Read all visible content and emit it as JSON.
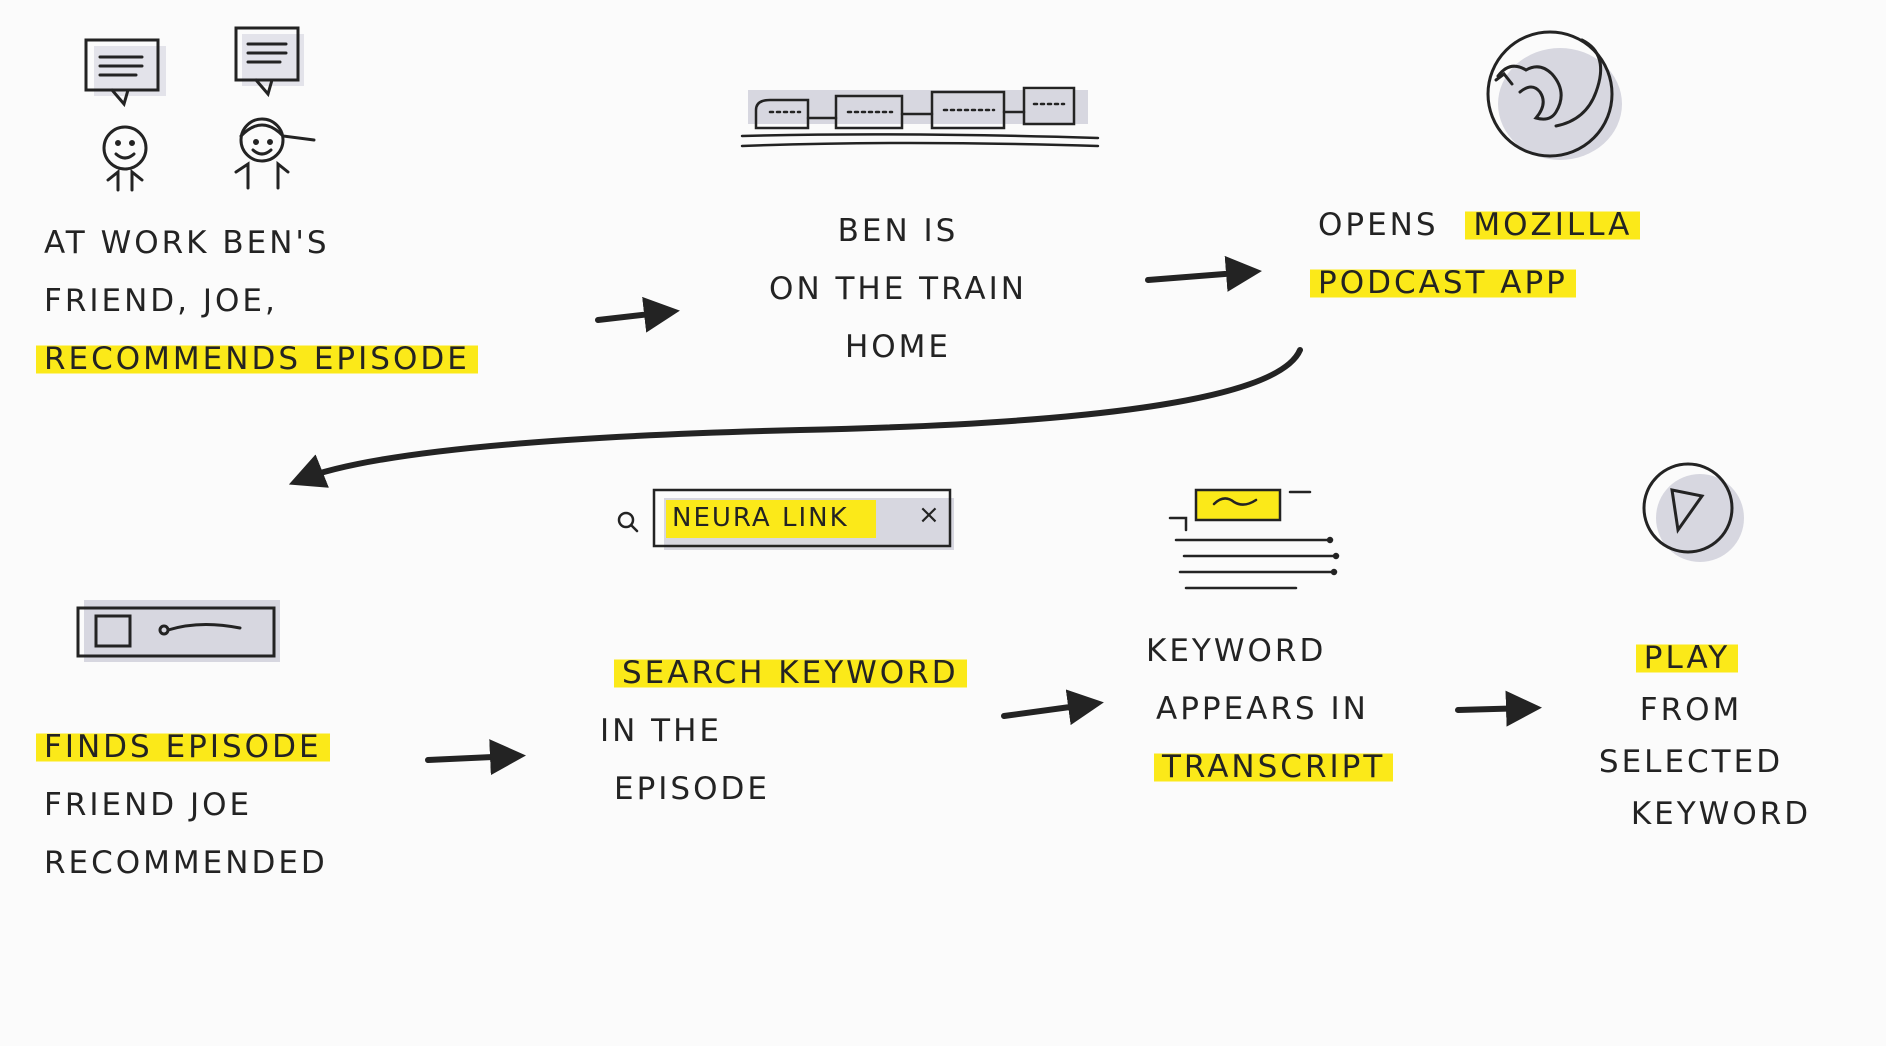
{
  "steps": [
    {
      "id": "recommendation",
      "lines": [
        {
          "text": "AT WORK BEN'S",
          "highlight": false
        },
        {
          "text": "FRIEND, JOE,",
          "highlight": false
        },
        {
          "text": "RECOMMENDS EPISODE",
          "highlight": true
        }
      ],
      "icon": "two-people-talking-icon"
    },
    {
      "id": "train",
      "lines": [
        {
          "text": "BEN IS",
          "highlight": false
        },
        {
          "text": "ON THE TRAIN",
          "highlight": false
        },
        {
          "text": "HOME",
          "highlight": false
        }
      ],
      "icon": "train-icon"
    },
    {
      "id": "open-app",
      "lines": [
        {
          "pre": "OPENS ",
          "text": "MOZILLA",
          "highlight": true
        },
        {
          "text": "PODCAST APP",
          "highlight": true
        }
      ],
      "icon": "firefox-logo-icon"
    },
    {
      "id": "find-episode",
      "lines": [
        {
          "text": "FINDS EPISODE",
          "highlight": true
        },
        {
          "text": "FRIEND JOE",
          "highlight": false
        },
        {
          "text": "RECOMMENDED",
          "highlight": false
        }
      ],
      "icon": "episode-card-icon"
    },
    {
      "id": "search",
      "lines": [
        {
          "text": "SEARCH KEYWORD",
          "highlight": true
        },
        {
          "text": "IN THE",
          "highlight": false
        },
        {
          "text": "EPISODE",
          "highlight": false
        }
      ],
      "icon": "search-bar-icon",
      "search_query": "NEURA LINK",
      "search_clear": "×"
    },
    {
      "id": "transcript",
      "lines": [
        {
          "text": "KEYWORD",
          "highlight": false
        },
        {
          "text": "APPEARS IN",
          "highlight": false
        },
        {
          "text": "TRANSCRIPT",
          "highlight": true
        }
      ],
      "icon": "transcript-icon"
    },
    {
      "id": "play",
      "lines": [
        {
          "text": "PLAY",
          "highlight": true
        },
        {
          "text": "FROM",
          "highlight": false
        },
        {
          "text": "SELECTED",
          "highlight": false
        },
        {
          "text": "KEYWORD",
          "highlight": false
        }
      ],
      "icon": "play-button-icon"
    }
  ],
  "colors": {
    "ink": "#232323",
    "highlight": "#fbe919",
    "shadow": "#c9c9d4",
    "background": "#fbfbfb"
  }
}
